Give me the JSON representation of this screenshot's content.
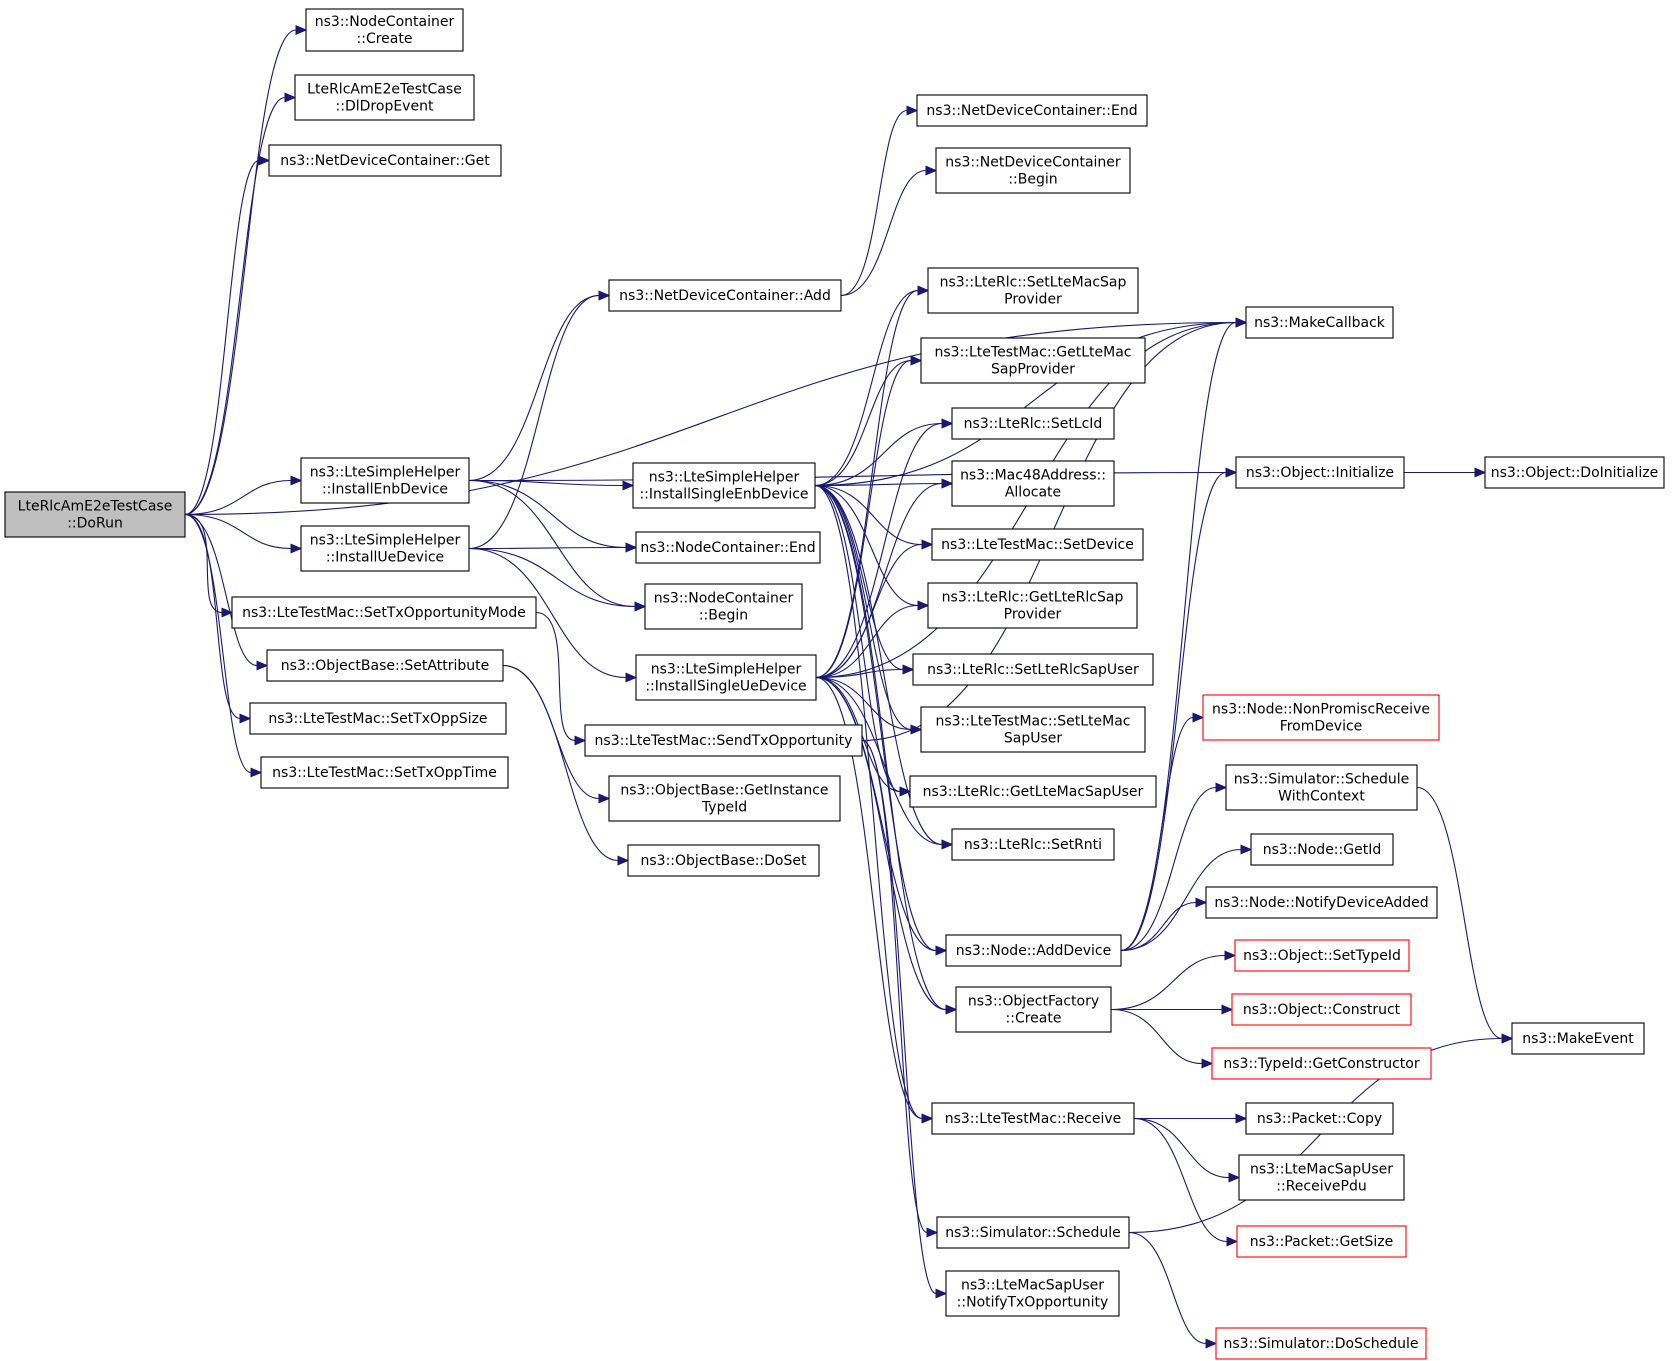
{
  "graph": {
    "root": "n_dorun",
    "nodes": [
      {
        "id": "n_dorun",
        "lines": [
          "LteRlcAmE2eTestCase",
          "::DoRun"
        ],
        "root": true
      },
      {
        "id": "n_nc_create",
        "lines": [
          "ns3::NodeContainer",
          "::Create"
        ]
      },
      {
        "id": "n_dldrop",
        "lines": [
          "LteRlcAmE2eTestCase",
          "::DlDropEvent"
        ]
      },
      {
        "id": "n_ndc_get",
        "lines": [
          "ns3::NetDeviceContainer::Get"
        ]
      },
      {
        "id": "n_ndc_end",
        "lines": [
          "ns3::NetDeviceContainer::End"
        ]
      },
      {
        "id": "n_ndc_begin",
        "lines": [
          "ns3::NetDeviceContainer",
          "::Begin"
        ]
      },
      {
        "id": "n_ndc_add",
        "lines": [
          "ns3::NetDeviceContainer::Add"
        ]
      },
      {
        "id": "n_install_enb",
        "lines": [
          "ns3::LteSimpleHelper",
          "::InstallEnbDevice"
        ]
      },
      {
        "id": "n_install_ue",
        "lines": [
          "ns3::LteSimpleHelper",
          "::InstallUeDevice"
        ]
      },
      {
        "id": "n_single_enb",
        "lines": [
          "ns3::LteSimpleHelper",
          "::InstallSingleEnbDevice"
        ]
      },
      {
        "id": "n_nc_end",
        "lines": [
          "ns3::NodeContainer::End"
        ]
      },
      {
        "id": "n_nc_begin",
        "lines": [
          "ns3::NodeContainer",
          "::Begin"
        ]
      },
      {
        "id": "n_single_ue",
        "lines": [
          "ns3::LteSimpleHelper",
          "::InstallSingleUeDevice"
        ]
      },
      {
        "id": "n_set_txmode",
        "lines": [
          "ns3::LteTestMac::SetTxOpportunityMode"
        ]
      },
      {
        "id": "n_setattr",
        "lines": [
          "ns3::ObjectBase::SetAttribute"
        ]
      },
      {
        "id": "n_txoppsize",
        "lines": [
          "ns3::LteTestMac::SetTxOppSize"
        ]
      },
      {
        "id": "n_txopptime",
        "lines": [
          "ns3::LteTestMac::SetTxOppTime"
        ]
      },
      {
        "id": "n_sendtxopp",
        "lines": [
          "ns3::LteTestMac::SendTxOpportunity"
        ]
      },
      {
        "id": "n_getinsttype",
        "lines": [
          "ns3::ObjectBase::GetInstance",
          "TypeId"
        ]
      },
      {
        "id": "n_doset",
        "lines": [
          "ns3::ObjectBase::DoSet"
        ]
      },
      {
        "id": "n_setltemacsapprov",
        "lines": [
          "ns3::LteRlc::SetLteMacSap",
          "Provider"
        ]
      },
      {
        "id": "n_getltemacsapprov",
        "lines": [
          "ns3::LteTestMac::GetLteMac",
          "SapProvider"
        ]
      },
      {
        "id": "n_setlcid",
        "lines": [
          "ns3::LteRlc::SetLcId"
        ]
      },
      {
        "id": "n_mac48alloc",
        "lines": [
          "ns3::Mac48Address::",
          "Allocate"
        ]
      },
      {
        "id": "n_setdevice",
        "lines": [
          "ns3::LteTestMac::SetDevice"
        ]
      },
      {
        "id": "n_getlterlcsapprov",
        "lines": [
          "ns3::LteRlc::GetLteRlcSap",
          "Provider"
        ]
      },
      {
        "id": "n_setlterlcsapuser",
        "lines": [
          "ns3::LteRlc::SetLteRlcSapUser"
        ]
      },
      {
        "id": "n_setltemacsapuser",
        "lines": [
          "ns3::LteTestMac::SetLteMac",
          "SapUser"
        ]
      },
      {
        "id": "n_getltemacsapuser",
        "lines": [
          "ns3::LteRlc::GetLteMacSapUser"
        ]
      },
      {
        "id": "n_setrnti",
        "lines": [
          "ns3::LteRlc::SetRnti"
        ]
      },
      {
        "id": "n_adddevice",
        "lines": [
          "ns3::Node::AddDevice"
        ]
      },
      {
        "id": "n_of_create",
        "lines": [
          "ns3::ObjectFactory",
          "::Create"
        ]
      },
      {
        "id": "n_receive",
        "lines": [
          "ns3::LteTestMac::Receive"
        ]
      },
      {
        "id": "n_sim_schedule",
        "lines": [
          "ns3::Simulator::Schedule"
        ]
      },
      {
        "id": "n_notifytxopp",
        "lines": [
          "ns3::LteMacSapUser",
          "::NotifyTxOpportunity"
        ]
      },
      {
        "id": "n_makecallback",
        "lines": [
          "ns3::MakeCallback"
        ]
      },
      {
        "id": "n_obj_init",
        "lines": [
          "ns3::Object::Initialize"
        ]
      },
      {
        "id": "n_obj_doinit",
        "lines": [
          "ns3::Object::DoInitialize"
        ]
      },
      {
        "id": "n_nonpromisc",
        "lines": [
          "ns3::Node::NonPromiscReceive",
          "FromDevice"
        ],
        "red": true
      },
      {
        "id": "n_schedctx",
        "lines": [
          "ns3::Simulator::Schedule",
          "WithContext"
        ]
      },
      {
        "id": "n_node_getid",
        "lines": [
          "ns3::Node::GetId"
        ]
      },
      {
        "id": "n_notifydevadded",
        "lines": [
          "ns3::Node::NotifyDeviceAdded"
        ]
      },
      {
        "id": "n_settypeid",
        "lines": [
          "ns3::Object::SetTypeId"
        ],
        "red": true
      },
      {
        "id": "n_obj_construct",
        "lines": [
          "ns3::Object::Construct"
        ],
        "red": true
      },
      {
        "id": "n_getconstructor",
        "lines": [
          "ns3::TypeId::GetConstructor"
        ],
        "red": true
      },
      {
        "id": "n_makeevent",
        "lines": [
          "ns3::MakeEvent"
        ]
      },
      {
        "id": "n_pkt_copy",
        "lines": [
          "ns3::Packet::Copy"
        ]
      },
      {
        "id": "n_receivepdu",
        "lines": [
          "ns3::LteMacSapUser",
          "::ReceivePdu"
        ]
      },
      {
        "id": "n_pkt_getsize",
        "lines": [
          "ns3::Packet::GetSize"
        ],
        "red": true
      },
      {
        "id": "n_doschedule",
        "lines": [
          "ns3::Simulator::DoSchedule"
        ],
        "red": true
      }
    ],
    "edges": [
      [
        "n_dorun",
        "n_nc_create"
      ],
      [
        "n_dorun",
        "n_dldrop"
      ],
      [
        "n_dorun",
        "n_ndc_get"
      ],
      [
        "n_dorun",
        "n_makecallback"
      ],
      [
        "n_dorun",
        "n_install_enb"
      ],
      [
        "n_dorun",
        "n_install_ue"
      ],
      [
        "n_dorun",
        "n_set_txmode"
      ],
      [
        "n_dorun",
        "n_setattr"
      ],
      [
        "n_dorun",
        "n_txoppsize"
      ],
      [
        "n_dorun",
        "n_txopptime"
      ],
      [
        "n_install_enb",
        "n_obj_init"
      ],
      [
        "n_install_enb",
        "n_ndc_add"
      ],
      [
        "n_install_enb",
        "n_single_enb"
      ],
      [
        "n_install_enb",
        "n_nc_end"
      ],
      [
        "n_install_enb",
        "n_nc_begin"
      ],
      [
        "n_install_ue",
        "n_ndc_add"
      ],
      [
        "n_install_ue",
        "n_nc_end"
      ],
      [
        "n_install_ue",
        "n_nc_begin"
      ],
      [
        "n_install_ue",
        "n_single_ue"
      ],
      [
        "n_ndc_add",
        "n_ndc_end"
      ],
      [
        "n_ndc_add",
        "n_ndc_begin"
      ],
      [
        "n_set_txmode",
        "n_sendtxopp"
      ],
      [
        "n_setattr",
        "n_getinsttype"
      ],
      [
        "n_setattr",
        "n_doset"
      ],
      [
        "n_single_enb",
        "n_makecallback"
      ],
      [
        "n_single_enb",
        "n_setltemacsapprov"
      ],
      [
        "n_single_enb",
        "n_getltemacsapprov"
      ],
      [
        "n_single_enb",
        "n_setlcid"
      ],
      [
        "n_single_enb",
        "n_mac48alloc"
      ],
      [
        "n_single_enb",
        "n_setdevice"
      ],
      [
        "n_single_enb",
        "n_getlterlcsapprov"
      ],
      [
        "n_single_enb",
        "n_setlterlcsapuser"
      ],
      [
        "n_single_enb",
        "n_setltemacsapuser"
      ],
      [
        "n_single_enb",
        "n_getltemacsapuser"
      ],
      [
        "n_single_enb",
        "n_setrnti"
      ],
      [
        "n_single_enb",
        "n_adddevice"
      ],
      [
        "n_single_enb",
        "n_of_create"
      ],
      [
        "n_single_enb",
        "n_receive"
      ],
      [
        "n_single_ue",
        "n_setltemacsapprov"
      ],
      [
        "n_single_ue",
        "n_getltemacsapprov"
      ],
      [
        "n_single_ue",
        "n_setlcid"
      ],
      [
        "n_single_ue",
        "n_mac48alloc"
      ],
      [
        "n_single_ue",
        "n_setdevice"
      ],
      [
        "n_single_ue",
        "n_getlterlcsapprov"
      ],
      [
        "n_single_ue",
        "n_setlterlcsapuser"
      ],
      [
        "n_single_ue",
        "n_setltemacsapuser"
      ],
      [
        "n_single_ue",
        "n_getltemacsapuser"
      ],
      [
        "n_single_ue",
        "n_setrnti"
      ],
      [
        "n_single_ue",
        "n_adddevice"
      ],
      [
        "n_single_ue",
        "n_of_create"
      ],
      [
        "n_single_ue",
        "n_receive"
      ],
      [
        "n_single_ue",
        "n_makecallback"
      ],
      [
        "n_sendtxopp",
        "n_sim_schedule"
      ],
      [
        "n_sendtxopp",
        "n_notifytxopp"
      ],
      [
        "n_sendtxopp",
        "n_makecallback"
      ],
      [
        "n_adddevice",
        "n_makecallback"
      ],
      [
        "n_adddevice",
        "n_obj_init"
      ],
      [
        "n_adddevice",
        "n_nonpromisc"
      ],
      [
        "n_adddevice",
        "n_schedctx"
      ],
      [
        "n_adddevice",
        "n_node_getid"
      ],
      [
        "n_adddevice",
        "n_notifydevadded"
      ],
      [
        "n_of_create",
        "n_settypeid"
      ],
      [
        "n_of_create",
        "n_obj_construct"
      ],
      [
        "n_of_create",
        "n_getconstructor"
      ],
      [
        "n_receive",
        "n_pkt_copy"
      ],
      [
        "n_receive",
        "n_receivepdu"
      ],
      [
        "n_receive",
        "n_pkt_getsize"
      ],
      [
        "n_obj_init",
        "n_obj_doinit"
      ],
      [
        "n_schedctx",
        "n_makeevent"
      ],
      [
        "n_sim_schedule",
        "n_makeevent"
      ],
      [
        "n_sim_schedule",
        "n_doschedule"
      ]
    ]
  }
}
